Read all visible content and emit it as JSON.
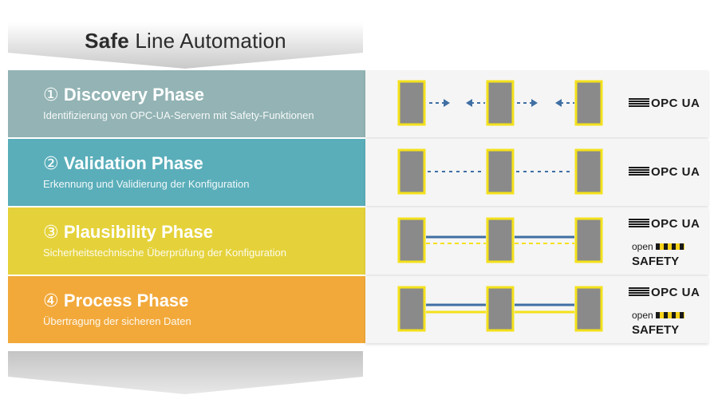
{
  "header": {
    "title_bold": "Safe",
    "title_rest": " Line Automation"
  },
  "phases": [
    {
      "number": "①",
      "title": "Discovery Phase",
      "subtitle": "Identifizierung von OPC-UA-Servern mit Safety-Funktionen",
      "color": "#93b3b4",
      "connection": "dashed-arrows"
    },
    {
      "number": "②",
      "title": "Validation Phase",
      "subtitle": "Erkennung und Validierung der Konfiguration",
      "color": "#5aaeba",
      "connection": "dashed-line"
    },
    {
      "number": "③",
      "title": "Plausibility Phase",
      "subtitle": "Sicherheitstechnische Überprüfung der Konfiguration",
      "color": "#e5d23a",
      "connection": "solid-blue-dashed-yellow"
    },
    {
      "number": "④",
      "title": "Process Phase",
      "subtitle": "Übertragung der sicheren Daten",
      "color": "#f2a93a",
      "connection": "solid-blue-yellow"
    }
  ],
  "logos": {
    "opc_ua": "OPC UA",
    "open_safety_top": "open",
    "open_safety_bottom": "SAFETY"
  },
  "colors": {
    "device_fill": "#8a8a8a",
    "device_border": "#f4e11b",
    "link_blue": "#3f6fa4",
    "link_yellow": "#f4e11b",
    "panel_bg": "#f5f5f5"
  }
}
